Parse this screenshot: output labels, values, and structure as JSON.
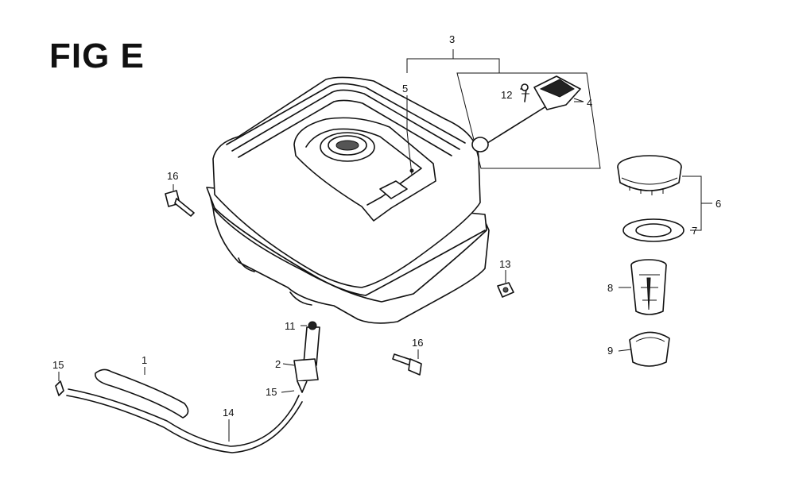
{
  "figure": {
    "title": "FIG E"
  },
  "callouts": [
    {
      "id": "c3",
      "label": "3"
    },
    {
      "id": "c5",
      "label": "5"
    },
    {
      "id": "c12",
      "label": "12"
    },
    {
      "id": "c4",
      "label": "4"
    },
    {
      "id": "c16a",
      "label": "16"
    },
    {
      "id": "c6",
      "label": "6"
    },
    {
      "id": "c7",
      "label": "7"
    },
    {
      "id": "c13",
      "label": "13"
    },
    {
      "id": "c8",
      "label": "8"
    },
    {
      "id": "c11",
      "label": "11"
    },
    {
      "id": "c16b",
      "label": "16"
    },
    {
      "id": "c9",
      "label": "9"
    },
    {
      "id": "c1",
      "label": "1"
    },
    {
      "id": "c15a",
      "label": "15"
    },
    {
      "id": "c2",
      "label": "2"
    },
    {
      "id": "c15b",
      "label": "15"
    },
    {
      "id": "c14",
      "label": "14"
    }
  ]
}
